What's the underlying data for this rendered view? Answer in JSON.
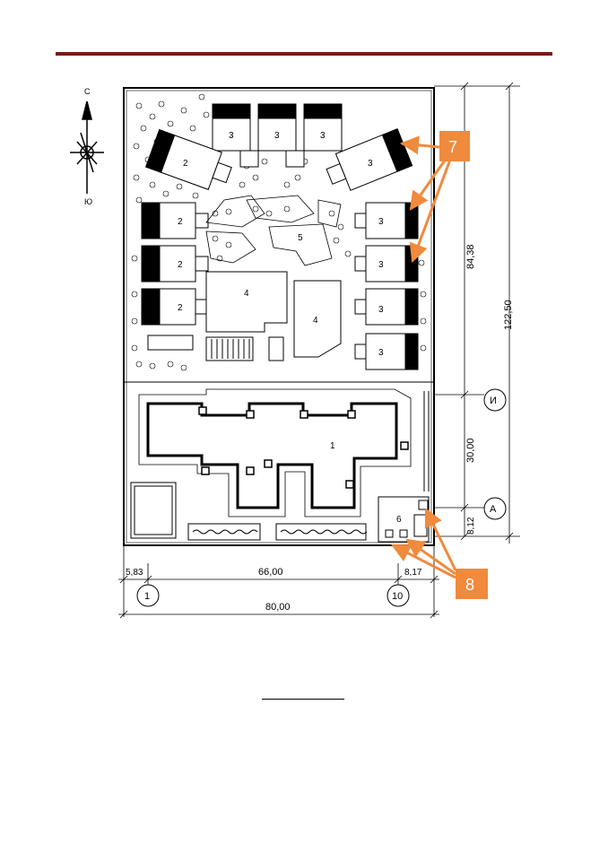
{
  "compass": {
    "north": "С",
    "south": "Ю"
  },
  "buildings": {
    "b1": "1",
    "b2a": "2",
    "b2b": "2",
    "b2c": "2",
    "b2d": "2",
    "b3a": "3",
    "b3b": "3",
    "b3c": "3",
    "b3d": "3",
    "b3e": "3",
    "b3f": "3",
    "b3g": "3",
    "b3h": "3",
    "b4a": "4",
    "b4b": "4",
    "b5": "5",
    "b6": "6"
  },
  "callouts": {
    "seven": "7",
    "eight": "8"
  },
  "dimensions": {
    "left_offset": "5,83",
    "inner_width": "66,00",
    "right_offset": "8,17",
    "total_width": "80,00",
    "upper_height": "84,38",
    "total_height": "122,50",
    "middle_height": "30,00",
    "lower_height": "8,12"
  },
  "axes": {
    "col_1": "1",
    "col_10": "10",
    "row_i": "И",
    "row_a": "А"
  },
  "colors": {
    "rule": "#7a1a1a",
    "callout": "#f08a3c"
  }
}
